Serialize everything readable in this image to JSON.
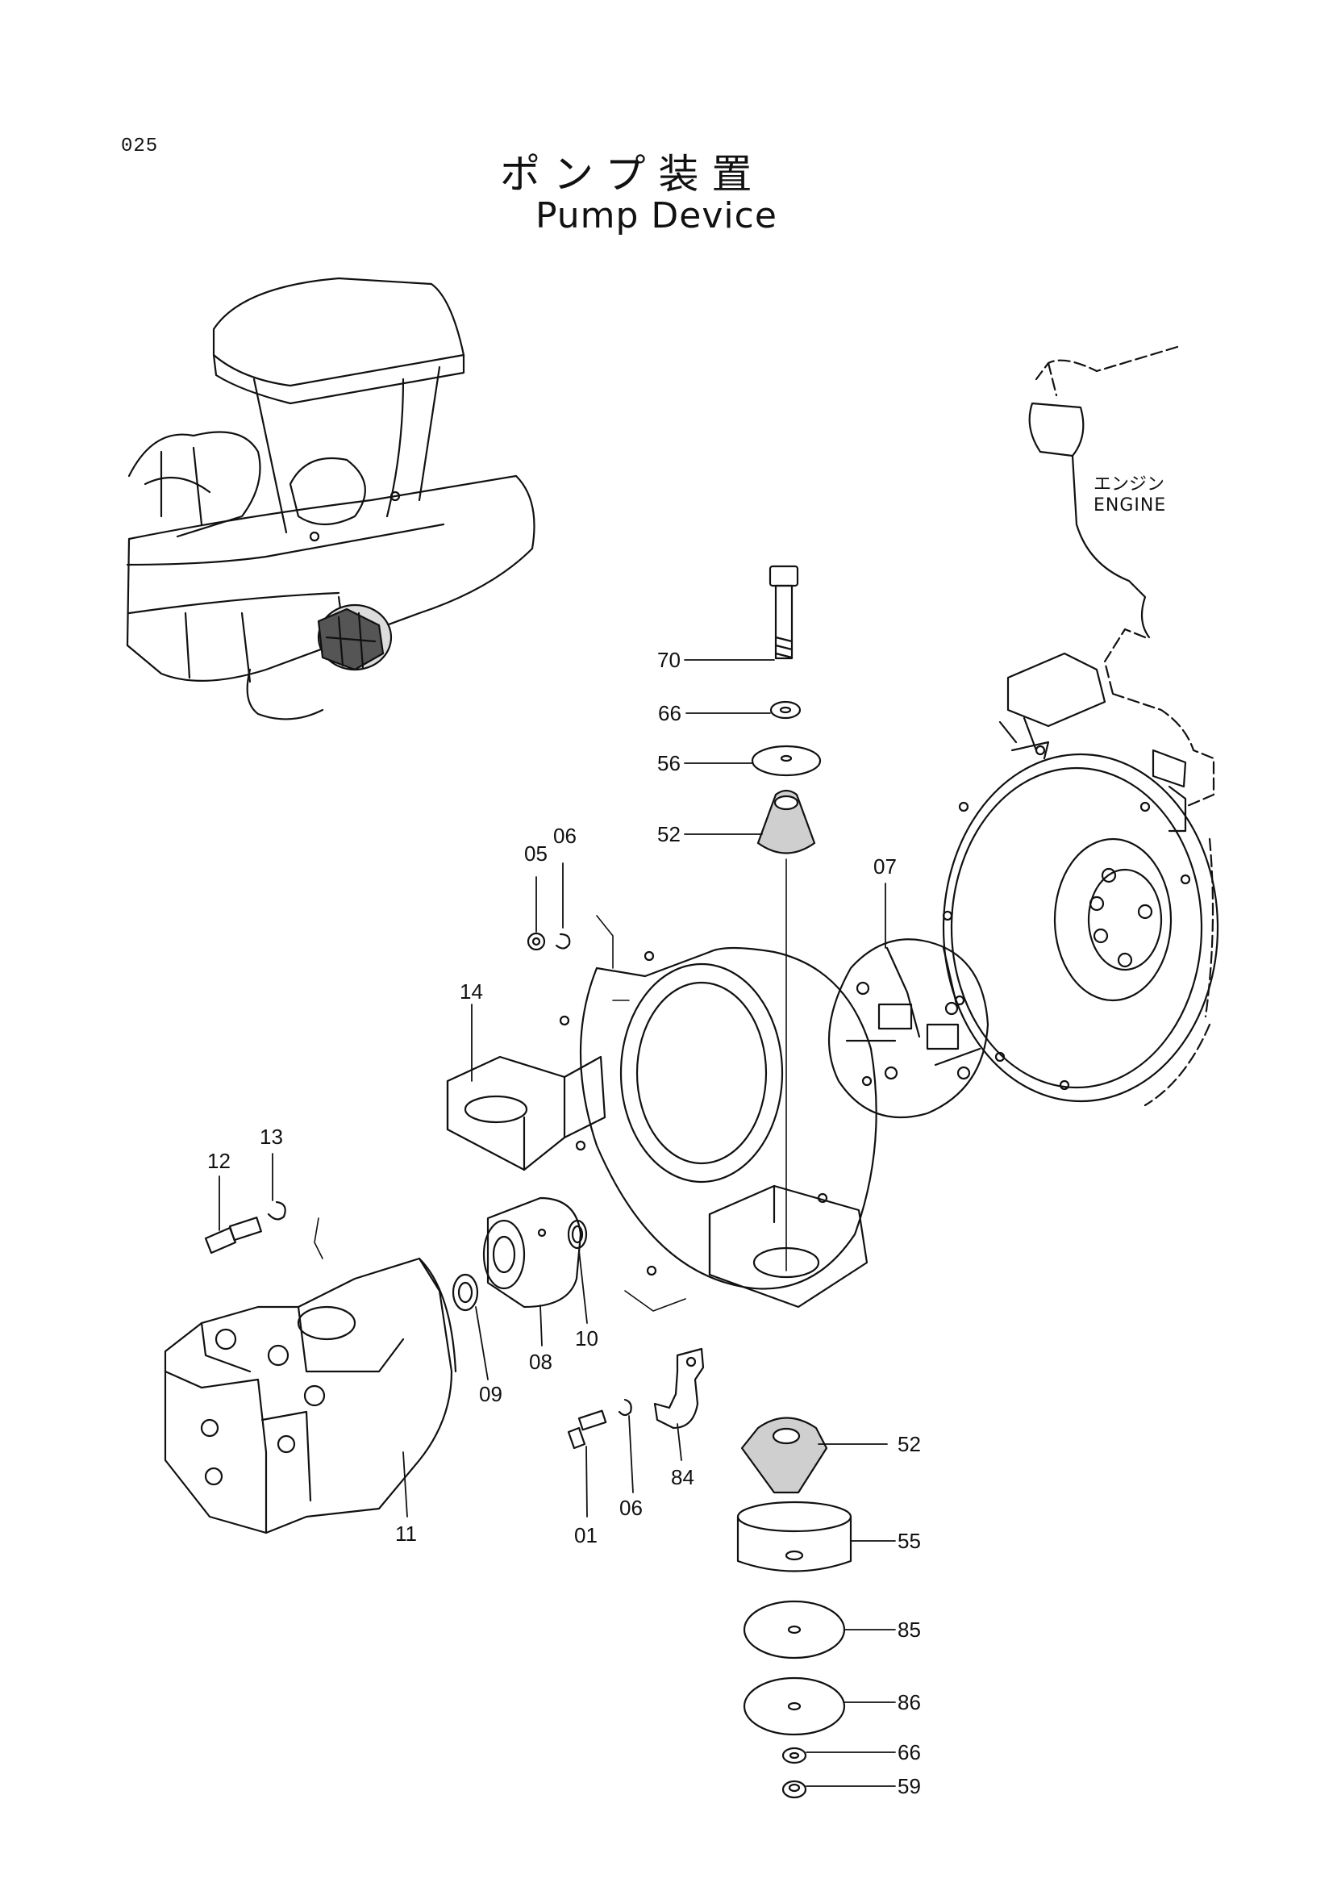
{
  "page": {
    "number": "025",
    "title_jp": "ポンプ装置",
    "title_en": "Pump Device"
  },
  "engine_label": {
    "jp": "エンジン",
    "en": "ENGINE"
  },
  "callouts": [
    {
      "id": "70"
    },
    {
      "id": "66"
    },
    {
      "id": "56"
    },
    {
      "id": "52"
    },
    {
      "id": "05"
    },
    {
      "id": "06"
    },
    {
      "id": "07"
    },
    {
      "id": "14"
    },
    {
      "id": "13"
    },
    {
      "id": "12"
    },
    {
      "id": "10"
    },
    {
      "id": "08"
    },
    {
      "id": "09"
    },
    {
      "id": "11"
    },
    {
      "id": "01"
    },
    {
      "id": "06"
    },
    {
      "id": "84"
    },
    {
      "id": "52"
    },
    {
      "id": "55"
    },
    {
      "id": "85"
    },
    {
      "id": "86"
    },
    {
      "id": "66"
    },
    {
      "id": "59"
    }
  ]
}
